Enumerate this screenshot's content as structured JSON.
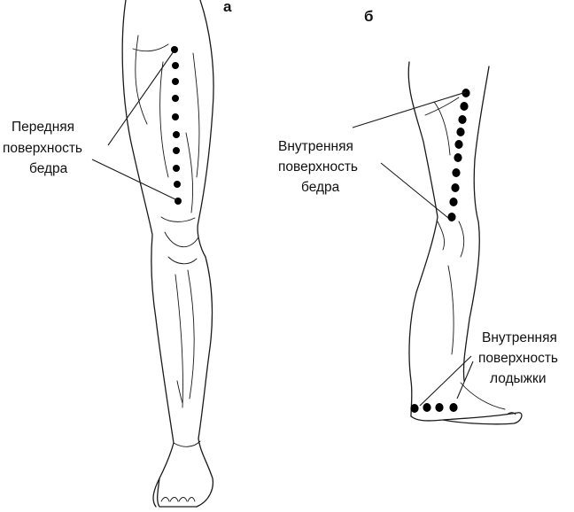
{
  "panels": {
    "a": {
      "letter": "а"
    },
    "b": {
      "letter": "б"
    }
  },
  "labels": {
    "front_thigh": [
      "Передняя",
      "поверхность",
      "бедра"
    ],
    "inner_thigh": [
      "Внутренняя",
      "поверхность",
      "бедра"
    ],
    "inner_ankle": [
      "Внутренняя",
      "поверхность",
      "лодыжки"
    ]
  },
  "colors": {
    "ink": "#111111",
    "point": "#000000"
  }
}
